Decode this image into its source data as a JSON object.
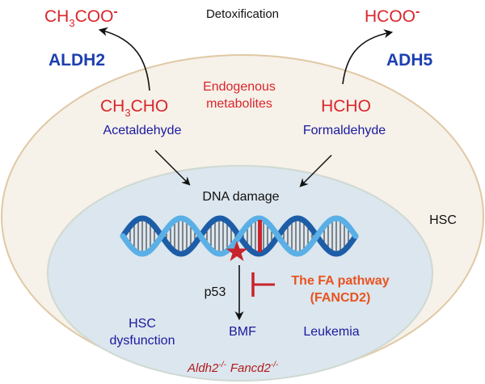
{
  "colors": {
    "red_text": "#d9262b",
    "blue_text": "#1a1a9e",
    "bold_blue": "#1c3fb0",
    "orange_red": "#e8531f",
    "dark_red": "#b01c1c",
    "outer_fill": "#f6f1e9",
    "outer_stroke": "#e0c8a4",
    "inner_fill": "#dce6ee",
    "inner_stroke": "#cfd9d2",
    "dna_light": "#5ab0e6",
    "dna_dark": "#1d5da8",
    "star": "#c8232a"
  },
  "labels": {
    "detox": "Detoxification",
    "acetate_main": "CH",
    "acetate_sub": "3",
    "acetate_tail": "COO",
    "acetate_charge": "-",
    "formate_main": "HCOO",
    "formate_charge": "-",
    "aldh2": "ALDH2",
    "adh5": "ADH5",
    "endogenous_line1": "Endogenous",
    "endogenous_line2": "metabolites",
    "acetaldehyde_formula_main": "CH",
    "acetaldehyde_formula_sub": "3",
    "acetaldehyde_formula_tail": "CHO",
    "acetaldehyde_name": "Acetaldehyde",
    "formaldehyde_formula": "HCHO",
    "formaldehyde_name": "Formaldehyde",
    "hsc": "HSC",
    "dna_damage": "DNA damage",
    "p53": "p53",
    "fa_line1": "The FA pathway",
    "fa_line2": "(FANCD2)",
    "hsc_dysfunction_line1": "HSC",
    "hsc_dysfunction_line2": "dysfunction",
    "bmf": "BMF",
    "leukemia": "Leukemia",
    "genotype_a": "Aldh2",
    "genotype_a_sup": "-/-",
    "genotype_b": "Fancd2",
    "genotype_b_sup": "-/-"
  }
}
